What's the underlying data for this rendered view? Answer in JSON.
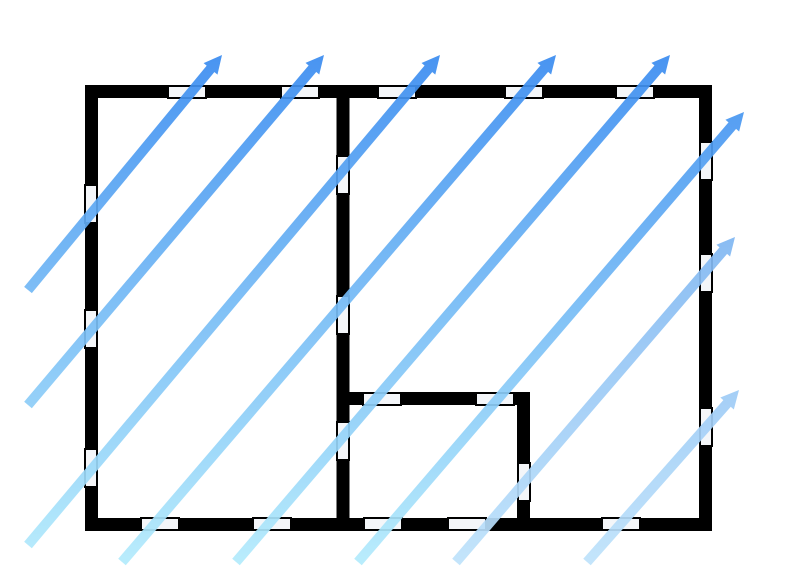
{
  "diagram": {
    "type": "floor-plan-airflow",
    "rooms": 3,
    "windows": 23,
    "airflow_arrows": 8
  },
  "colors": {
    "wall": "#000000",
    "window_fill": "#f4f6f9",
    "arrow_top": "#3a8cf0",
    "arrow_bottom": "#b4ecfc",
    "arrow_top_light": "#7fb6f2",
    "arrow_bottom_light": "#bfe3fb"
  }
}
